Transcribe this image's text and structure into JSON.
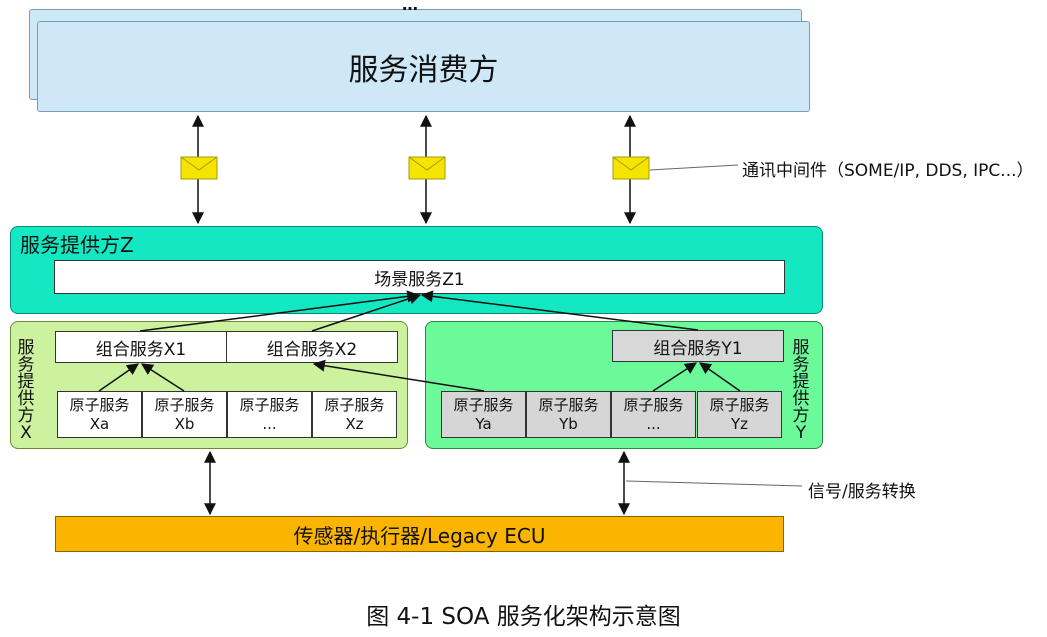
{
  "consumer": {
    "label": "服务消费方",
    "stack_marker": "…"
  },
  "middleware": {
    "label": "通讯中间件（SOME/IP, DDS, IPC...）"
  },
  "provider_z": {
    "title": "服务提供方Z",
    "scene_service": "场景服务Z1"
  },
  "provider_x": {
    "title": "服务提供方X",
    "combos": [
      "组合服务X1",
      "组合服务X2"
    ],
    "atoms": [
      {
        "line1": "原子服务",
        "line2": "Xa"
      },
      {
        "line1": "原子服务",
        "line2": "Xb"
      },
      {
        "line1": "原子服务",
        "line2": "..."
      },
      {
        "line1": "原子服务",
        "line2": "Xz"
      }
    ]
  },
  "provider_y": {
    "title": "服务提供方Y",
    "combos": [
      "组合服务Y1"
    ],
    "atoms": [
      {
        "line1": "原子服务",
        "line2": "Ya"
      },
      {
        "line1": "原子服务",
        "line2": "Yb"
      },
      {
        "line1": "原子服务",
        "line2": "..."
      },
      {
        "line1": "原子服务",
        "line2": "Yz"
      }
    ]
  },
  "signal": {
    "label": "信号/服务转换"
  },
  "ecu": {
    "label": "传感器/执行器/Legacy ECU"
  },
  "caption": "图 4-1 SOA 服务化架构示意图",
  "colors": {
    "consumer_fill": "#cfe8f8",
    "provider_z_fill": "#14e8c3",
    "provider_x_fill": "#ccf2a0",
    "provider_y_fill": "#6bf99a",
    "ecu_fill": "#fbb400",
    "envelope_fill": "#f5e400",
    "gray_service_fill": "#d6d6d6"
  },
  "icons": {
    "message": "envelope-icon"
  }
}
